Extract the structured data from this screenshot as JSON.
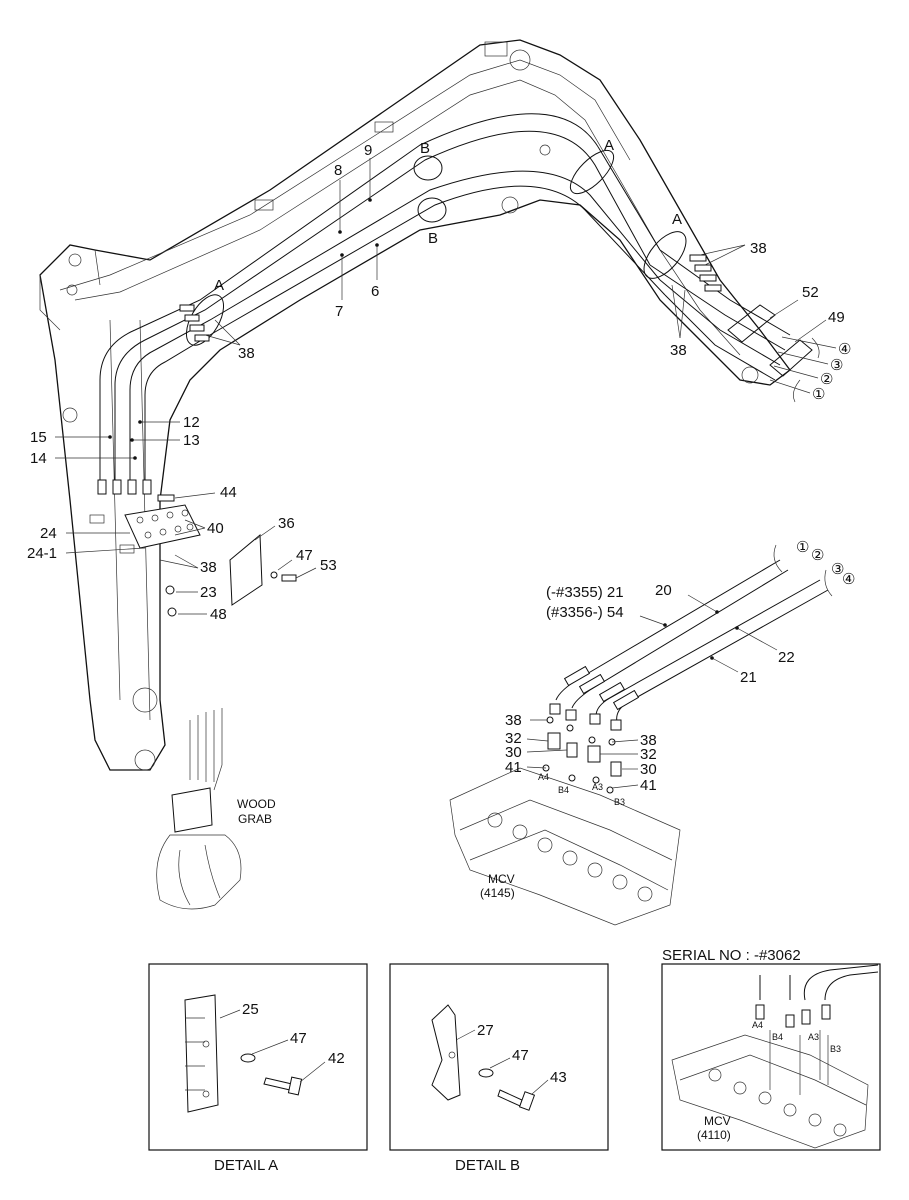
{
  "callouts": {
    "c1": "1",
    "c2": "2",
    "c3": "3",
    "c4": "4",
    "c6": "6",
    "c7": "7",
    "c8": "8",
    "c9": "9",
    "c12": "12",
    "c13": "13",
    "c14": "14",
    "c15": "15",
    "c20": "20",
    "c21": "21",
    "c21b": "(-#3355) 21",
    "c22": "22",
    "c23": "23",
    "c24": "24",
    "c24_1": "24-1",
    "c25": "25",
    "c27": "27",
    "c30": "30",
    "c32": "32",
    "c36": "36",
    "c38": "38",
    "c40": "40",
    "c41": "41",
    "c42": "42",
    "c43": "43",
    "c44": "44",
    "c47": "47",
    "c48": "48",
    "c49": "49",
    "c52": "52",
    "c53": "53",
    "c54": "(#3356-) 54"
  },
  "marks": {
    "a": "A",
    "b": "B"
  },
  "circled": {
    "1": "①",
    "2": "②",
    "3": "③",
    "4": "④"
  },
  "ports": {
    "a4": "A4",
    "b4": "B4",
    "a3": "A3",
    "b3": "B3"
  },
  "labels": {
    "wood_grab_1": "WOOD",
    "wood_grab_2": "GRAB",
    "mcv_main_1": "MCV",
    "mcv_main_2": "(4145)",
    "mcv_inset_1": "MCV",
    "mcv_inset_2": "(4110)",
    "serial_no": "SERIAL NO : -#3062",
    "detail_a": "DETAIL A",
    "detail_b": "DETAIL B"
  }
}
